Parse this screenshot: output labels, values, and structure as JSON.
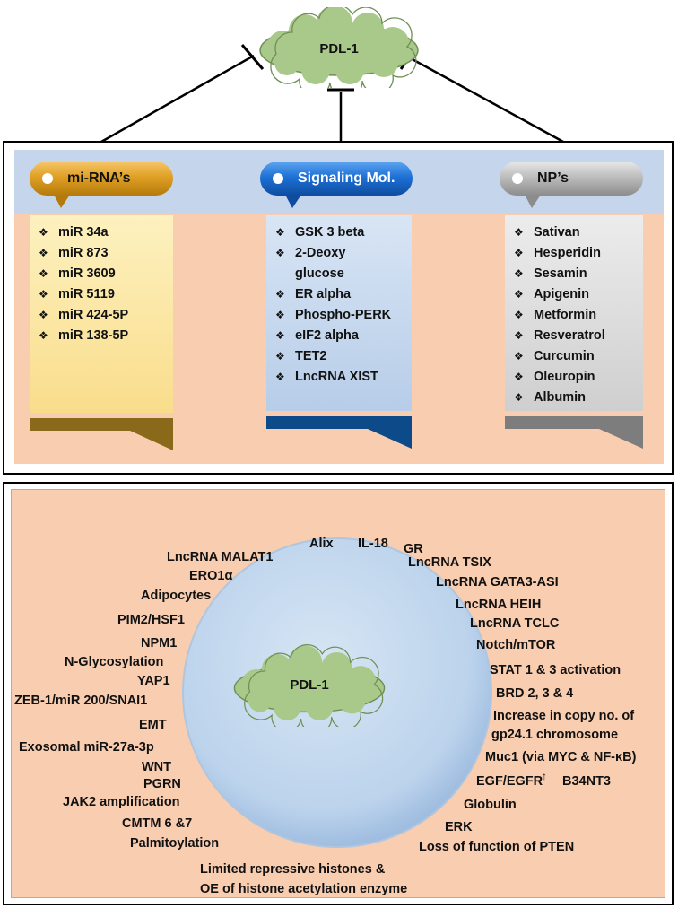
{
  "top_cloud_label": "PDL-1",
  "categories": [
    {
      "title": "mi-RNA’s",
      "color": "#dfa024",
      "items": [
        "miR 34a",
        "miR 873",
        "miR 3609",
        "miR 5119",
        "miR 424-5P",
        "miR 138-5P"
      ]
    },
    {
      "title": "Signaling Mol.",
      "color": "#1e71d6",
      "items": [
        "GSK 3 beta",
        "2-Deoxy glucose",
        "ER alpha",
        "Phospho-PERK",
        "eIF2 alpha",
        "TET2",
        "LncRNA XIST"
      ]
    },
    {
      "title": "NP’s",
      "color": "#bdbdbd",
      "items": [
        "Sativan",
        "Hesperidin",
        "Sesamin",
        "Apigenin",
        "Metformin",
        "Resveratrol",
        "Curcumin",
        "Oleuropin",
        "Albumin"
      ]
    }
  ],
  "center_cloud_label": "PDL-1",
  "regulators": [
    "Alix",
    "IL-18",
    "GR",
    "LncRNA MALAT1",
    "ERO1α",
    "Adipocytes",
    "PIM2/HSF1",
    "NPM1",
    "N-Glycosylation",
    "YAP1",
    "ZEB-1/miR 200/SNAI1",
    "EMT",
    "Exosomal miR-27a-3p",
    "WNT",
    "PGRN",
    "JAK2 amplification",
    "CMTM 6 &7",
    "Palmitoylation",
    "LncRNA TSIX",
    "LncRNA GATA3-ASI",
    "LncRNA HEIH",
    "LncRNA TCLC",
    "Notch/mTOR",
    "STAT 1 & 3 activation",
    "BRD 2, 3 & 4",
    "Increase in copy no. of",
    "gp24.1 chromosome",
    "Muc1 (via MYC & NF-κB)",
    "EGF/EGFR",
    "↑",
    "B34NT3",
    "Globulin",
    "ERK",
    "Loss of function of PTEN",
    "Limited repressive histones &",
    "OE of histone acetylation enzyme"
  ],
  "colors": {
    "cloud_fill": "#a9c98a",
    "panel_peach": "#f9cdb0",
    "band_blue": "#c5d6ec",
    "circle_blue": "#c3d8ee"
  }
}
